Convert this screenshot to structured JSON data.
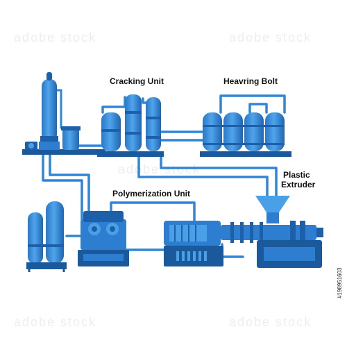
{
  "labels": {
    "cracking_unit": "Cracking Unit",
    "heating_bolt": "Heavring Bolt",
    "plastic_extruder_line1": "Plastic",
    "plastic_extruder_line2": "Extruder",
    "polymerization_unit": "Polymerization Unit"
  },
  "watermark": {
    "text": "adobe stock",
    "stock_id": "#198951603"
  },
  "colors": {
    "primary": "#2d7ed0",
    "light": "#4aa0e6",
    "dark": "#1d5fa8",
    "pipe": "#2f86d8",
    "base": "#1a5a9c",
    "label": "#111111"
  },
  "icons": {
    "motor": "motor-icon",
    "funnel": "hopper-icon",
    "gear": "gear-icon"
  }
}
